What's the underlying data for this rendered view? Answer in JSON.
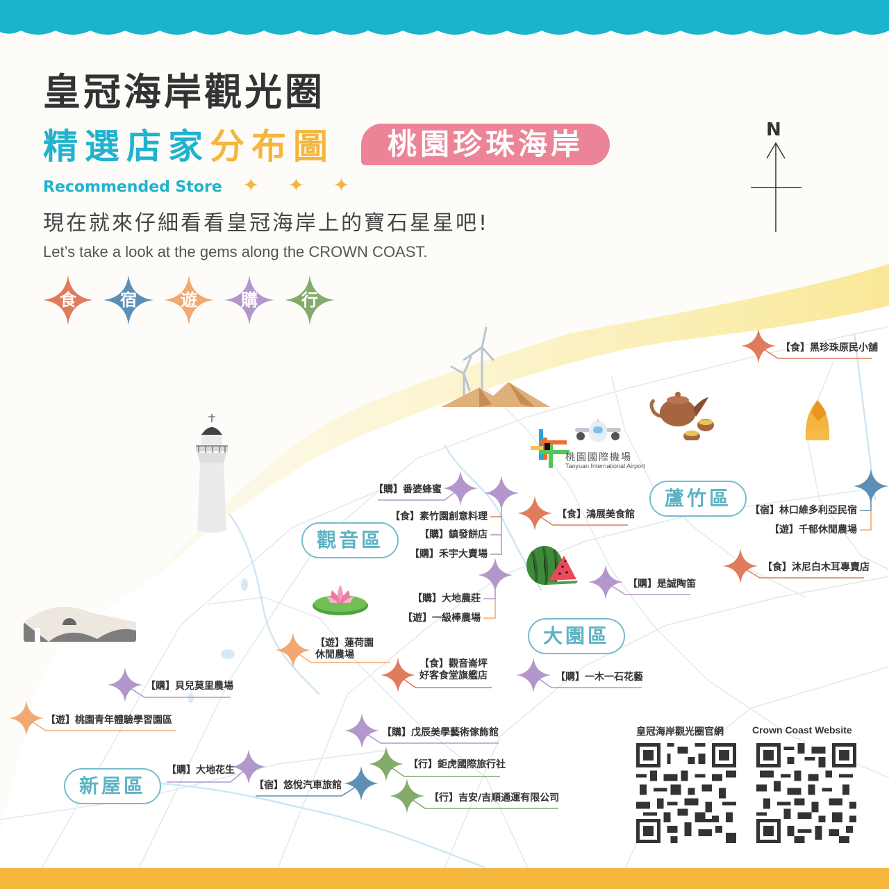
{
  "header": {
    "title_line1": "皇冠海岸觀光圈",
    "title_line2_blue": "精選店家",
    "title_line2_yellow": "分布圖",
    "region_pill": "桃園珍珠海岸",
    "subtitle_en": "Recommended Store",
    "sparkles": [
      "✦",
      "✦",
      "✦"
    ],
    "slogan_zh": "現在就來仔細看看皇冠海岸上的寶石星星吧!",
    "slogan_en": "Let’s take a look at the gems along the CROWN COAST."
  },
  "categories": [
    {
      "label": "食",
      "name": "food",
      "color": "#e07b5c"
    },
    {
      "label": "宿",
      "name": "lodging",
      "color": "#5b8fb5"
    },
    {
      "label": "遊",
      "name": "leisure",
      "color": "#f1a871"
    },
    {
      "label": "購",
      "name": "shopping",
      "color": "#b397cc"
    },
    {
      "label": "行",
      "name": "transport",
      "color": "#85ab6b"
    }
  ],
  "compass": {
    "label": "N"
  },
  "districts": [
    {
      "label": "觀音區"
    },
    {
      "label": "蘆竹區"
    },
    {
      "label": "大園區"
    },
    {
      "label": "新屋區"
    }
  ],
  "airport": {
    "name_zh": "桃園國際機場",
    "name_en": "Taoyuan International Airport"
  },
  "stores": [
    {
      "label": "【食】黑珍珠原民小舖",
      "category": "食"
    },
    {
      "label": "【購】番婆蜂蜜",
      "category": "購"
    },
    {
      "label": "【食】素竹園創意料理",
      "category": "食"
    },
    {
      "label": "【購】鎮發餅店",
      "category": "購"
    },
    {
      "label": "【購】禾宇大賣場",
      "category": "購"
    },
    {
      "label": "【食】鴻展美食館",
      "category": "食"
    },
    {
      "label": "【宿】林口維多利亞民宿",
      "category": "宿"
    },
    {
      "label": "【遊】千郁休閒農場",
      "category": "遊"
    },
    {
      "label": "【食】沐尼白木耳專賣店",
      "category": "食"
    },
    {
      "label": "【購】是誠陶笛",
      "category": "購"
    },
    {
      "label": "【購】大地農莊",
      "category": "購"
    },
    {
      "label": "【遊】一級棒農場",
      "category": "遊"
    },
    {
      "label_line1": "【遊】蓮荷園",
      "label_line2": "休閒農場",
      "category": "遊"
    },
    {
      "label_line1": "【食】觀音崙坪",
      "label_line2": "好客食堂旗艦店",
      "category": "食"
    },
    {
      "label": "【購】一木一石花藝",
      "category": "購"
    },
    {
      "label": "【購】貝兒莫里農場",
      "category": "購"
    },
    {
      "label": "【遊】桃園青年體驗學習園區",
      "category": "遊"
    },
    {
      "label": "【購】戊辰美學藝術傢飾館",
      "category": "購"
    },
    {
      "label": "【購】大地花生",
      "category": "購"
    },
    {
      "label": "【行】鉅虎國際旅行社",
      "category": "行"
    },
    {
      "label": "【宿】悠悅汽車旅館",
      "category": "宿"
    },
    {
      "label": "【行】吉安/吉順通運有限公司",
      "category": "行"
    }
  ],
  "qr_codes": [
    {
      "title": "皇冠海岸觀光圈官網"
    },
    {
      "title": "Crown Coast Website"
    }
  ],
  "colors": {
    "wave": "#1bb4cc",
    "bottom_bar": "#f5b63e",
    "pink_pill": "#eb8497",
    "district_border": "#74bccb",
    "district_text": "#5db3c4",
    "sand": "#f7e27e"
  }
}
